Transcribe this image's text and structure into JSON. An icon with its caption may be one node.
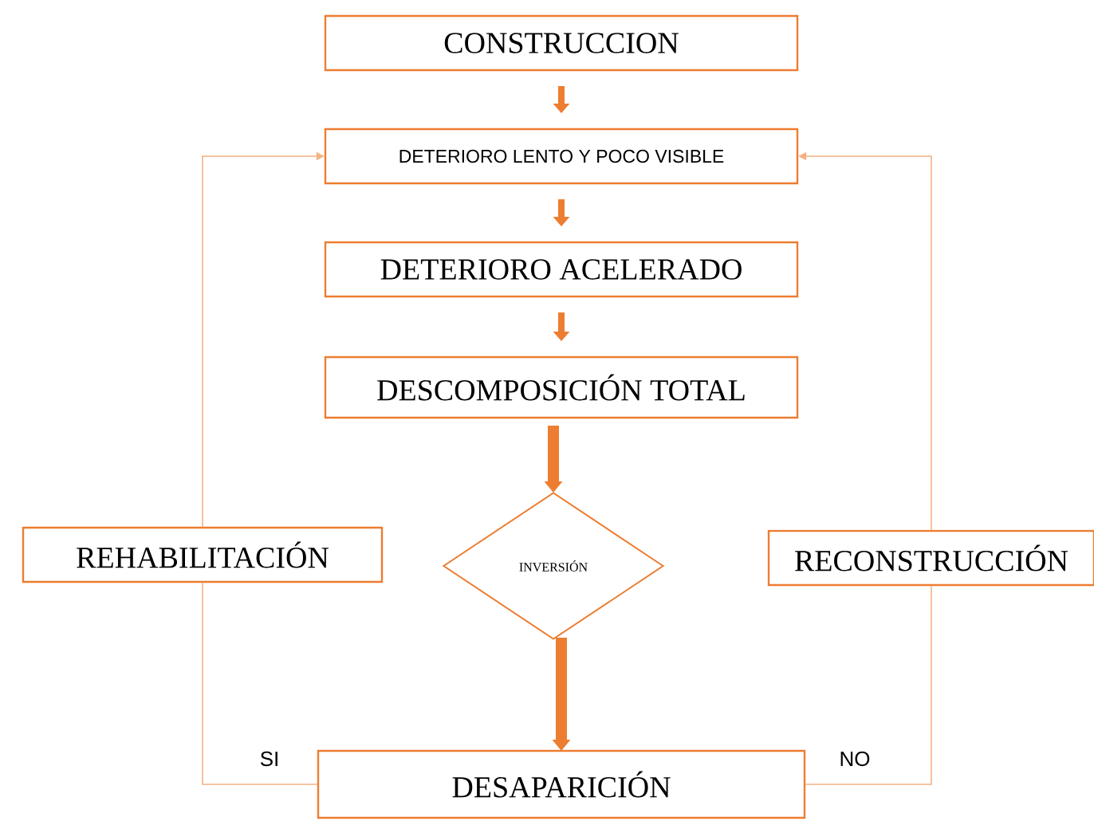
{
  "diagram": {
    "nodes": [
      {
        "text": [
          "CONSTRUCCION"
        ]
      },
      {
        "text": [
          "DETERIORO LENTO Y POCO VISIBLE"
        ]
      },
      {
        "text": [
          "DETERIORO ACELERADO"
        ]
      },
      {
        "text": [
          "DESCOMPOSICIÓN TOTAL"
        ]
      },
      {
        "text": [
          "REHABILITACIÓN"
        ]
      },
      {
        "text": [
          "INVERSIÓN"
        ]
      },
      {
        "text": [
          "RECONSTRUCCIÓN"
        ]
      },
      {
        "text": [
          "DESAPARICIÓN"
        ]
      }
    ],
    "edges": [
      {
        "from": 0,
        "to": 1,
        "arrow": "to"
      },
      {
        "from": 1,
        "to": 2,
        "arrow": "to"
      },
      {
        "from": 2,
        "to": 3,
        "arrow": "to"
      },
      {
        "from": 3,
        "to": 5,
        "arrow": "to"
      },
      {
        "from": 5,
        "to": 7,
        "arrow": "to"
      },
      {
        "from": 7,
        "to": 4,
        "arrow": "none",
        "label": "SI",
        "color": "#f4b183"
      },
      {
        "from": 4,
        "to": 1,
        "arrow": "to",
        "color": "#f4b183"
      },
      {
        "from": 7,
        "to": 6,
        "arrow": "none",
        "label": "NO",
        "color": "#f4b183"
      },
      {
        "from": 6,
        "to": 1,
        "arrow": "to",
        "color": "#f4b183"
      }
    ]
  }
}
